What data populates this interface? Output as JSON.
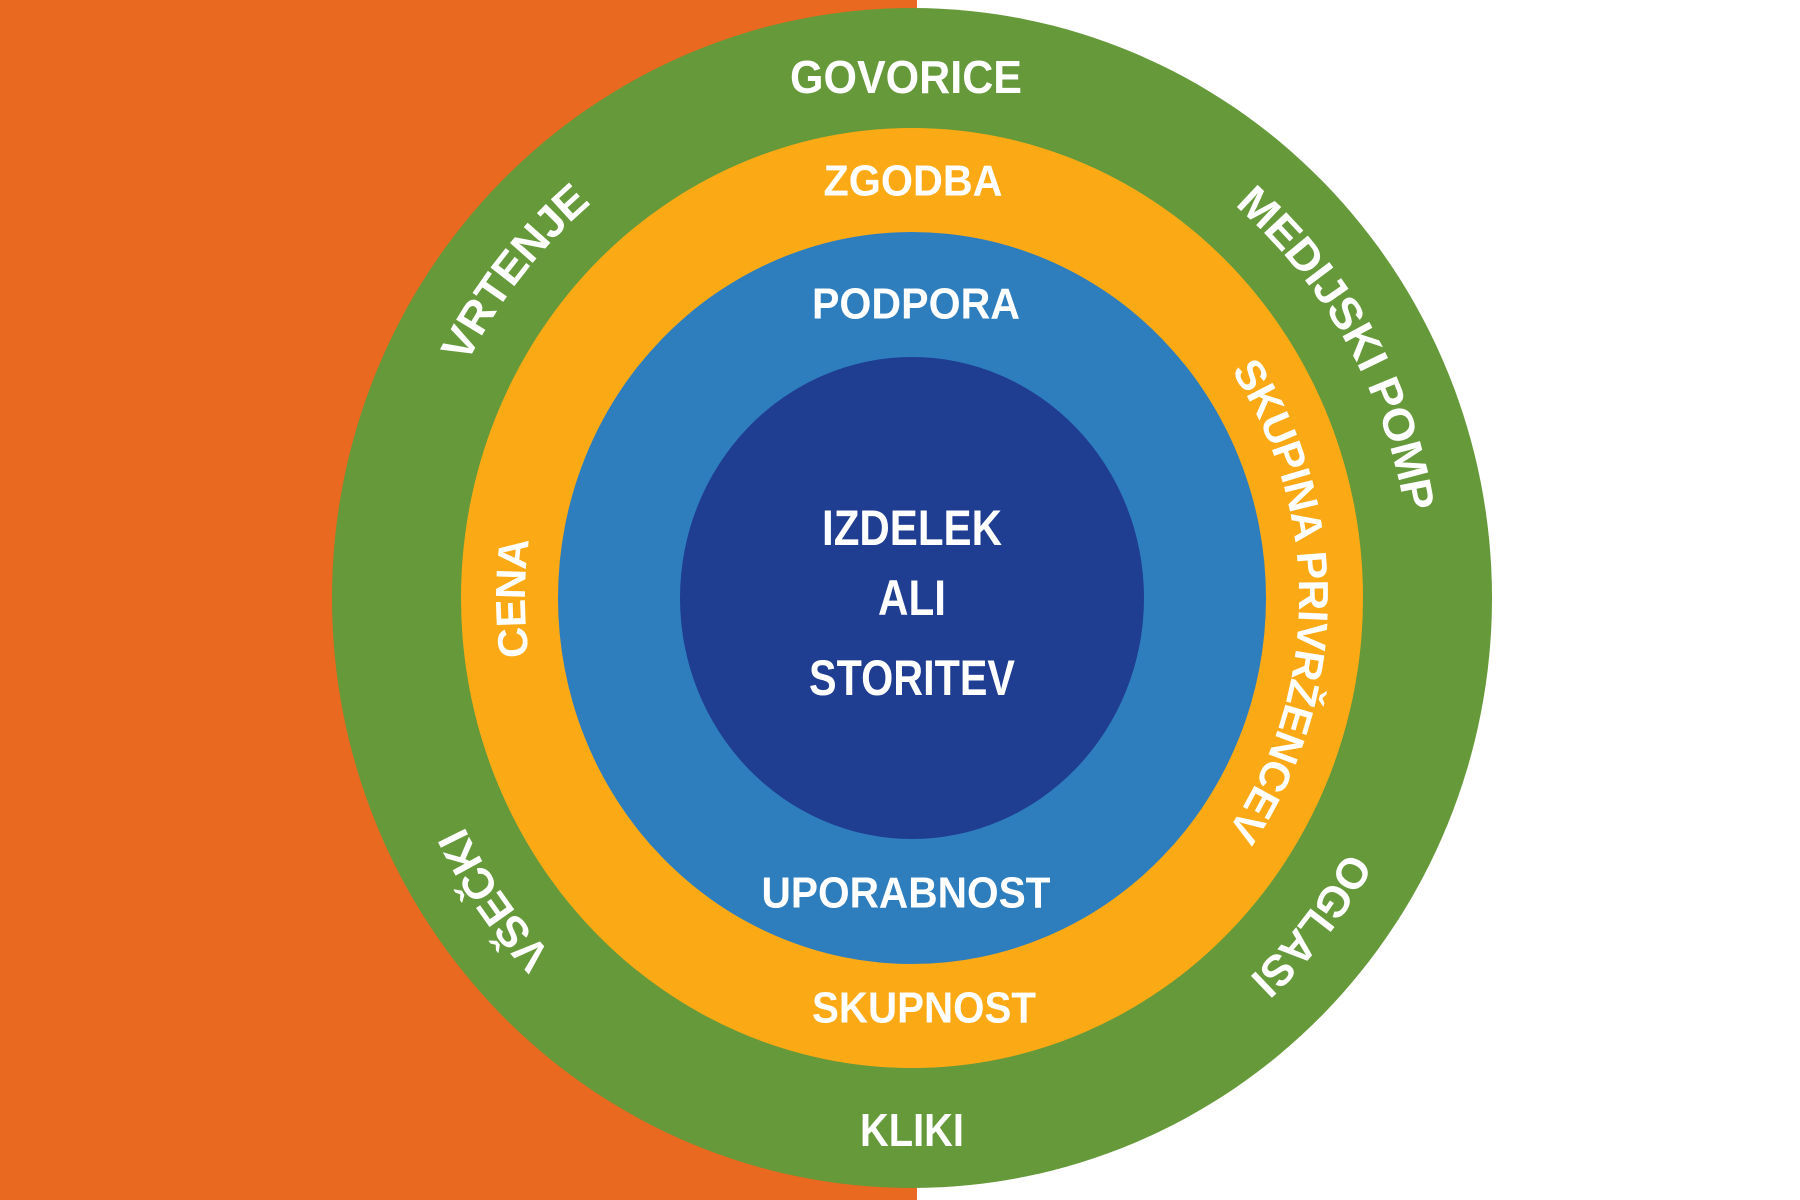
{
  "colors": {
    "background_left": "#E8691F",
    "background_right": "#FFFFFF",
    "outer_ring": "#66993A",
    "middle_ring": "#FBAA16",
    "inner_ring": "#2E7EBE",
    "core": "#1F3D91",
    "label": "#FFFFFF"
  },
  "core": {
    "line1": "IZDELEK",
    "line2": "ALI",
    "line3": "STORITEV"
  },
  "inner_ring": {
    "top": "PODPORA",
    "bottom": "UPORABNOST"
  },
  "middle_ring": {
    "top": "ZGODBA",
    "left": "CENA",
    "right": "SKUPINA PRIVRŽENCEV",
    "bottom": "SKUPNOST"
  },
  "outer_ring": {
    "top": "GOVORICE",
    "top_left": "VRTENJE",
    "top_right": "MEDIJSKI POMP",
    "bottom_left": "VŠEČKI",
    "bottom_right": "OGLASI",
    "bottom": "KLIKI"
  }
}
